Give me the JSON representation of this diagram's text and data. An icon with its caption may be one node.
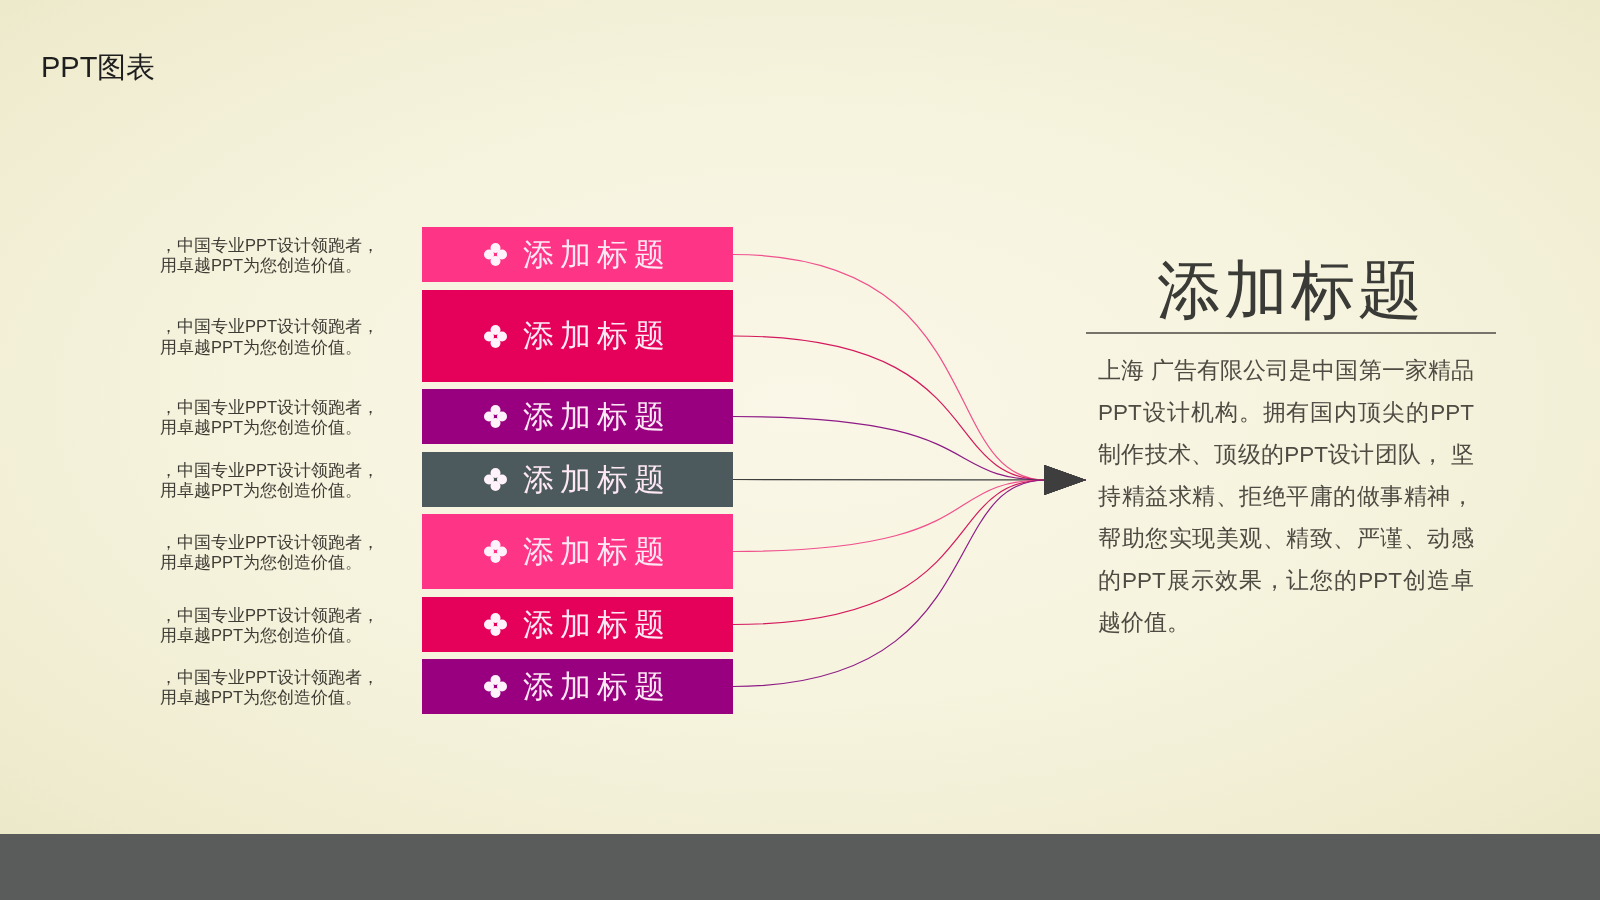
{
  "diagram": {
    "title": "PPT图表",
    "nodes": [
      {
        "text": [
          "添加标题"
        ],
        "beside": [
          "，中国专业PPT设计领跑者，用卓越PPT为您创造价值。"
        ]
      },
      {
        "text": [
          "添加标题"
        ],
        "beside": [
          "，中国专业PPT设计领跑者，用卓越PPT为您创造价值。"
        ]
      },
      {
        "text": [
          "添加标题"
        ],
        "beside": [
          "，中国专业PPT设计领跑者，用卓越PPT为您创造价值。"
        ]
      },
      {
        "text": [
          "添加标题"
        ],
        "beside": [
          "，中国专业PPT设计领跑者，用卓越PPT为您创造价值。"
        ]
      },
      {
        "text": [
          "添加标题"
        ],
        "beside": [
          "，中国专业PPT设计领跑者，用卓越PPT为您创造价值。"
        ]
      },
      {
        "text": [
          "添加标题"
        ],
        "beside": [
          "，中国专业PPT设计领跑者，用卓越PPT为您创造价值。"
        ]
      },
      {
        "text": [
          "添加标题"
        ],
        "beside": [
          "，中国专业PPT设计领跑者，用卓越PPT为您创造价值。"
        ]
      },
      {
        "text": [
          "添加标题",
          "上海 广告有限公司是中国第一家精品PPT设计机构。拥有国内顶尖的PPT制作技术、顶级的PPT设计团队， 坚持精益求精、拒绝平庸的做事精神，帮助您实现美观、精致、严谨、动感的PPT展示效果，让您的PPT创造卓越价值。"
        ]
      }
    ],
    "edges": [
      {
        "from": 0,
        "to": 7,
        "arrow": "to",
        "color": "#f0508c"
      },
      {
        "from": 1,
        "to": 7,
        "arrow": "to",
        "color": "#d4185c"
      },
      {
        "from": 2,
        "to": 7,
        "arrow": "to",
        "color": "#8e1a86"
      },
      {
        "from": 3,
        "to": 7,
        "arrow": "to",
        "color": "#3e3e3e"
      },
      {
        "from": 4,
        "to": 7,
        "arrow": "to",
        "color": "#f0508c"
      },
      {
        "from": 5,
        "to": 7,
        "arrow": "to",
        "color": "#d4185c"
      },
      {
        "from": 6,
        "to": 7,
        "arrow": "to",
        "color": "#8e1a86"
      }
    ]
  }
}
